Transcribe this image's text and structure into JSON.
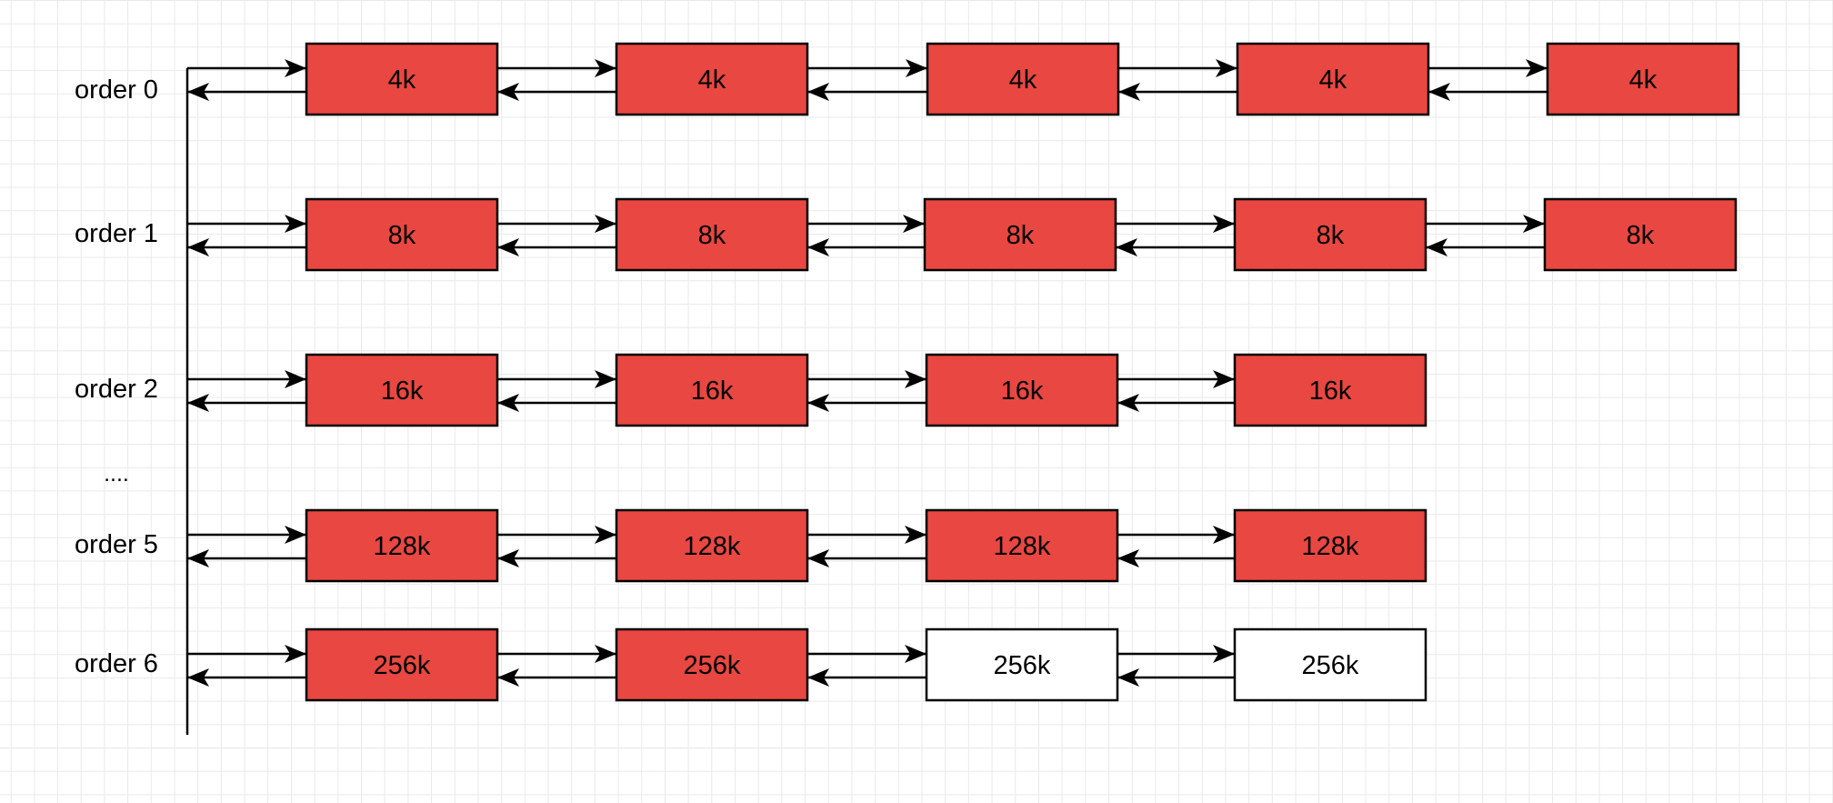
{
  "colors": {
    "allocated_fill": "#e94741",
    "free_fill": "#ffffff",
    "stroke": "#000000"
  },
  "ellipsis": "....",
  "rows": [
    {
      "label": "order 0",
      "blocks": [
        {
          "text": "4k",
          "state": "allocated"
        },
        {
          "text": "4k",
          "state": "allocated"
        },
        {
          "text": "4k",
          "state": "allocated"
        },
        {
          "text": "4k",
          "state": "allocated"
        },
        {
          "text": "4k",
          "state": "allocated"
        }
      ]
    },
    {
      "label": "order 1",
      "blocks": [
        {
          "text": "8k",
          "state": "allocated"
        },
        {
          "text": "8k",
          "state": "allocated"
        },
        {
          "text": "8k",
          "state": "allocated"
        },
        {
          "text": "8k",
          "state": "allocated"
        },
        {
          "text": "8k",
          "state": "allocated"
        }
      ]
    },
    {
      "label": "order 2",
      "blocks": [
        {
          "text": "16k",
          "state": "allocated"
        },
        {
          "text": "16k",
          "state": "allocated"
        },
        {
          "text": "16k",
          "state": "allocated"
        },
        {
          "text": "16k",
          "state": "allocated"
        }
      ]
    },
    {
      "label": "order 5",
      "blocks": [
        {
          "text": "128k",
          "state": "allocated"
        },
        {
          "text": "128k",
          "state": "allocated"
        },
        {
          "text": "128k",
          "state": "allocated"
        },
        {
          "text": "128k",
          "state": "allocated"
        }
      ]
    },
    {
      "label": "order 6",
      "blocks": [
        {
          "text": "256k",
          "state": "allocated"
        },
        {
          "text": "256k",
          "state": "allocated"
        },
        {
          "text": "256k",
          "state": "free"
        },
        {
          "text": "256k",
          "state": "free"
        }
      ]
    }
  ]
}
